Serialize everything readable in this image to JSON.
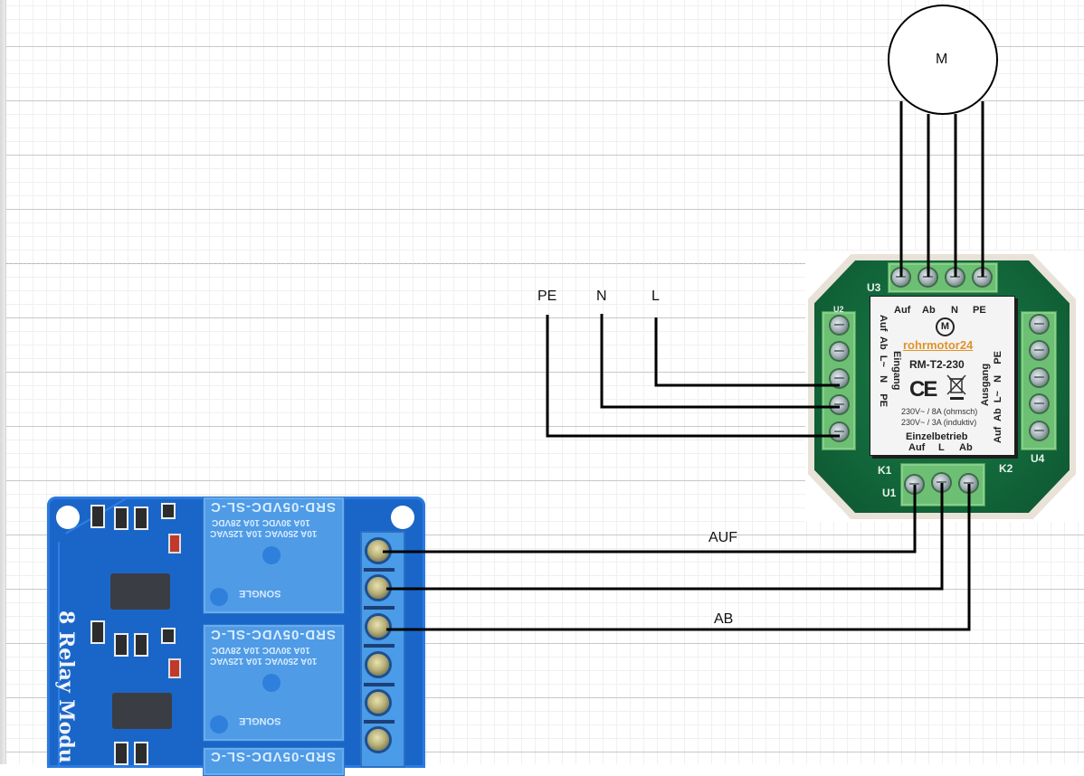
{
  "diagram": {
    "motor": {
      "label": "M"
    },
    "mains_labels": {
      "pe": "PE",
      "n": "N",
      "l": "L"
    },
    "control_labels": {
      "auf": "AUF",
      "ab": "AB"
    },
    "line_color": "#000000"
  },
  "switch_module": {
    "pcb_labels": {
      "u3": "U3",
      "u2": "U2",
      "u4": "U4",
      "k1": "K1",
      "k2": "K2",
      "u1": "U1"
    },
    "sticker": {
      "top_terminals": [
        "Auf",
        "Ab",
        "N",
        "PE"
      ],
      "motor_symbol": "M",
      "brand": "rohrmotor24",
      "model": "RM-T2-230",
      "ce_mark": "CE",
      "left_side_terminals": "Auf  Ab  L~   N    PE",
      "left_group": "Eingang",
      "right_side_terminals": "Auf  Ab  L~   N    PE",
      "right_group": "Ausgang",
      "rating_ohmic": "230V~ / 8A (ohmsch)",
      "rating_inductive": "230V~ / 3A (induktiv)",
      "mode": "Einzelbetrieb",
      "bottom_terminals": [
        "Auf",
        "L",
        "Ab"
      ]
    },
    "colors": {
      "pcb": "#12663a",
      "terminal": "#6cbf73",
      "shell": "#e9e2d8"
    }
  },
  "relay_board": {
    "title": "8 Relay Modu",
    "relay_model": "SRD-05VDC-SL-C",
    "relay_rating_1": "10A 250VAC 10A 125VAC",
    "relay_rating_2": "10A 30VDC 10A 28VDC",
    "relay_brand": "SONGLE",
    "colors": {
      "board": "#1a66c8",
      "relay": "#4f9be6"
    }
  }
}
